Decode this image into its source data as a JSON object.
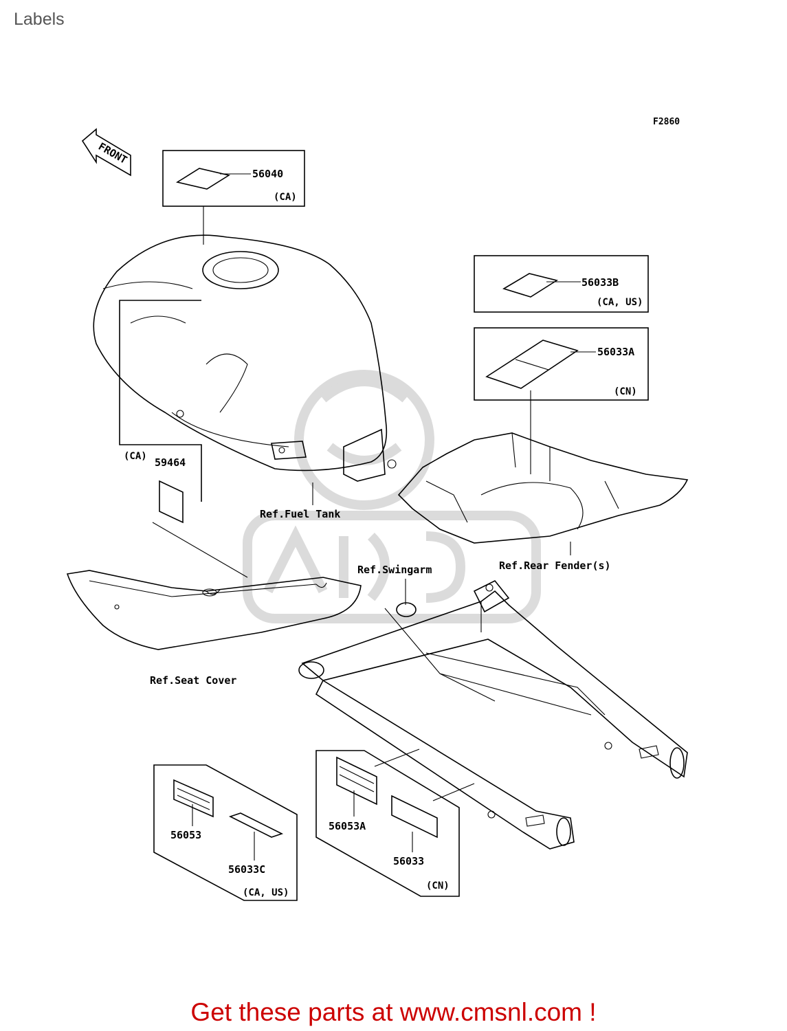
{
  "page": {
    "title": "Labels"
  },
  "diagram": {
    "figure_code": "F2860",
    "front_label": "FRONT",
    "parts": [
      {
        "id": "56040",
        "region": "(CA)"
      },
      {
        "id": "56033B",
        "region": "(CA, US)"
      },
      {
        "id": "56033A",
        "region": "(CN)"
      },
      {
        "id": "59464",
        "region": "(CA)"
      },
      {
        "id": "56053",
        "region": ""
      },
      {
        "id": "56033C",
        "region": "(CA, US)"
      },
      {
        "id": "56053A",
        "region": ""
      },
      {
        "id": "56033",
        "region": "(CN)"
      }
    ],
    "references": {
      "fuel_tank": "Ref.Fuel Tank",
      "rear_fender": "Ref.Rear Fender(s)",
      "swingarm": "Ref.Swingarm",
      "seat_cover": "Ref.Seat Cover"
    }
  },
  "footer": {
    "link_text": "Get these parts at www.cmsnl.com !",
    "link_color": "#cc0000"
  }
}
